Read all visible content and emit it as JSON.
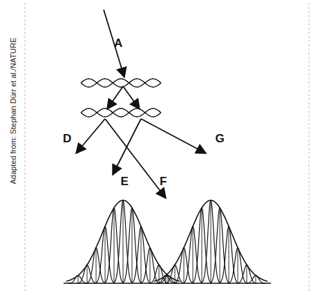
{
  "diagram": {
    "labels": [
      "Adapted from: Stephan Dürr et al./NATURE",
      "A",
      "D",
      "E",
      "F",
      "G"
    ]
  }
}
